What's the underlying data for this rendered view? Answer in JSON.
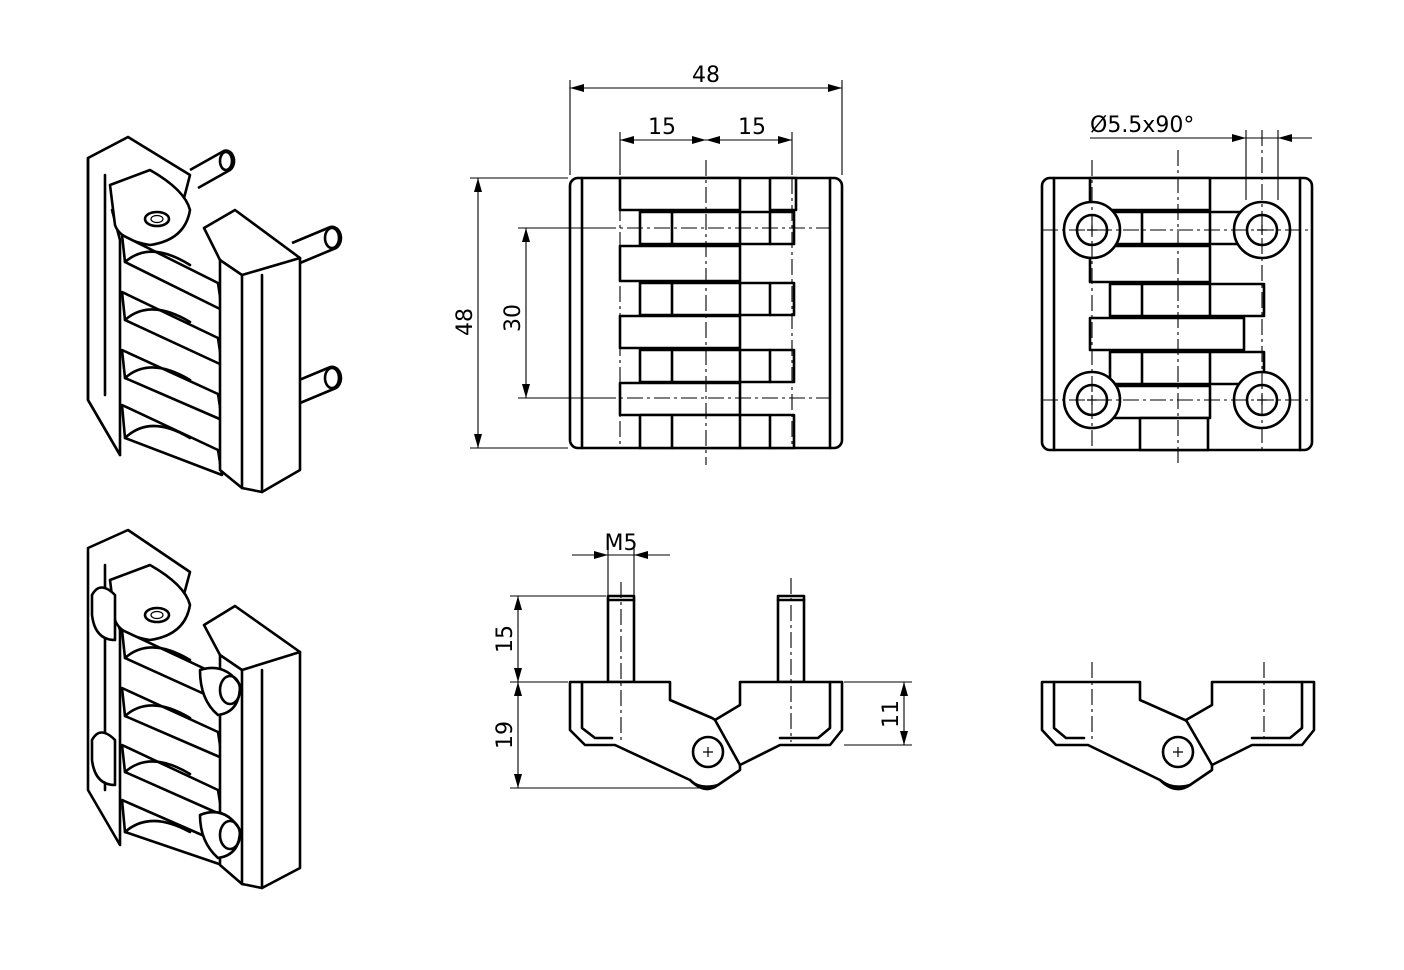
{
  "drawing": {
    "views": [
      "isometric-closed",
      "isometric-open",
      "front-view",
      "rear-view",
      "side-view",
      "side-view-alt"
    ],
    "dimensions": {
      "overall_width": "48",
      "overall_height": "48",
      "hole_pitch_left": "15",
      "hole_pitch_right": "15",
      "vertical_hole_spacing": "30",
      "countersink": "Ø5.5x90°",
      "thread": "M5",
      "stud_length": "15",
      "body_height": "19",
      "leaf_thickness": "11"
    }
  }
}
